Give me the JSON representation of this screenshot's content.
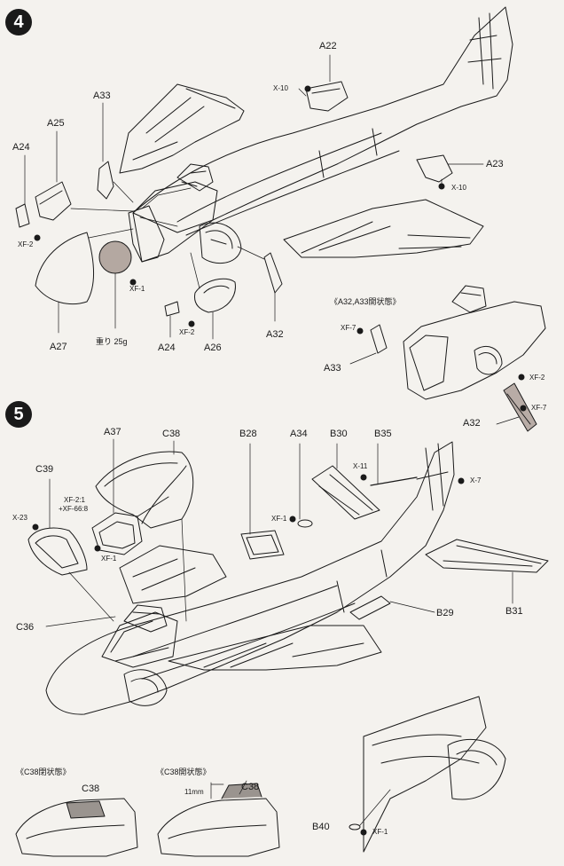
{
  "step4": {
    "number": "4",
    "parts": {
      "a22": "A22",
      "a33": "A33",
      "a25": "A25",
      "a24": "A24",
      "a23": "A23",
      "a27": "A27",
      "a26": "A26",
      "a24b": "A24",
      "a32": "A32",
      "a33b": "A33",
      "a32b": "A32"
    },
    "screws": {
      "x10a": "X-10",
      "x10b": "X-10",
      "xf2a": "XF-2",
      "xf1": "XF-1",
      "xf2b": "XF-2",
      "xf7a": "XF-7",
      "xf2c": "XF-2",
      "xf7b": "XF-7"
    },
    "weight_note": "重り 25g",
    "open_state_note": "《A32,A33開状態》"
  },
  "step5": {
    "number": "5",
    "parts": {
      "a37": "A37",
      "c38": "C38",
      "b28": "B28",
      "a34": "A34",
      "b30": "B30",
      "b35": "B35",
      "c39": "C39",
      "c36": "C36",
      "b29": "B29",
      "b31": "B31",
      "b40": "B40"
    },
    "screws": {
      "x11": "X-11",
      "x7": "X-7",
      "x23": "X-23",
      "xf1a": "XF-1",
      "xf1b": "XF-1",
      "xf1c": "XF-1"
    },
    "glue_mix_1": "XF-2:1",
    "glue_mix_2": "+XF-66:8",
    "closed_caption": "《C38閉状態》",
    "closed_part": "C38",
    "open_caption": "《C38開状態》",
    "open_part": "C38",
    "gap_measure": "11mm"
  }
}
